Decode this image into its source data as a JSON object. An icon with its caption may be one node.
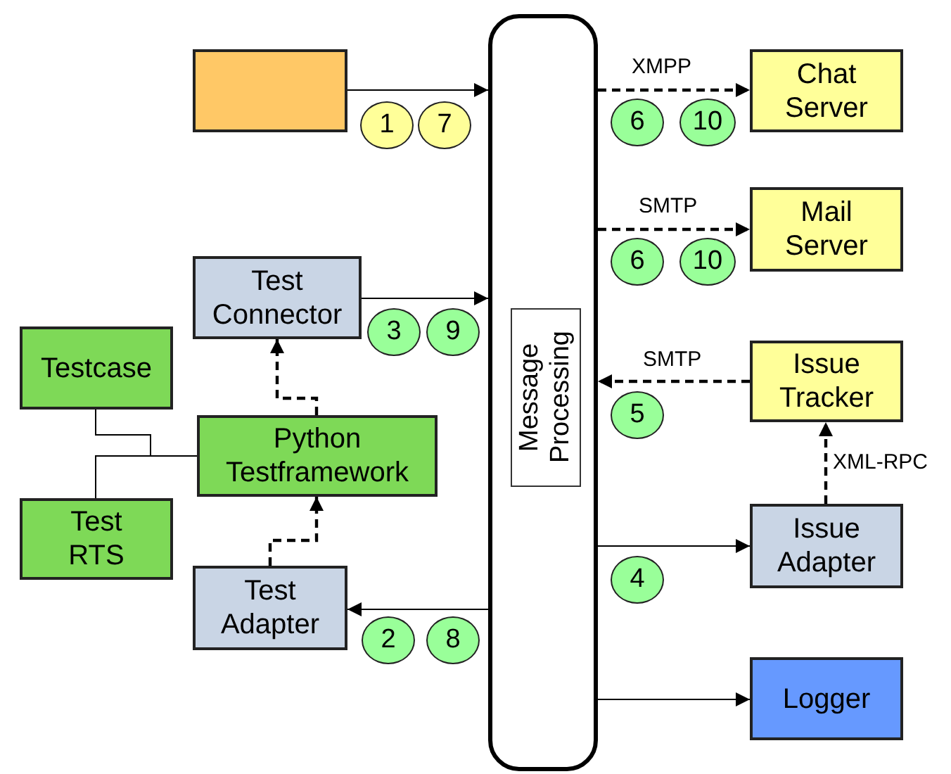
{
  "diagram": {
    "nodes": [
      {
        "text": [
          "Message Processing"
        ]
      },
      {
        "text": [],
        "shape": "box"
      },
      {
        "text": [
          "Chat Server"
        ]
      },
      {
        "text": [
          "Mail Server"
        ]
      },
      {
        "text": [
          "Test Connector"
        ]
      },
      {
        "text": [
          "Testcase"
        ]
      },
      {
        "text": [
          "Issue Tracker"
        ]
      },
      {
        "text": [
          "Python Testframework"
        ]
      },
      {
        "text": [
          "Test RTS"
        ]
      },
      {
        "text": [
          "Issue Adapter"
        ]
      },
      {
        "text": [
          "Test Adapter"
        ]
      },
      {
        "text": [
          "Logger"
        ]
      },
      {
        "text": [
          "1"
        ]
      },
      {
        "text": [
          "7"
        ]
      },
      {
        "text": [
          "6"
        ]
      },
      {
        "text": [
          "10"
        ]
      },
      {
        "text": [
          "6"
        ]
      },
      {
        "text": [
          "10"
        ]
      },
      {
        "text": [
          "3"
        ]
      },
      {
        "text": [
          "9"
        ]
      },
      {
        "text": [
          "5"
        ]
      },
      {
        "text": [
          "4"
        ]
      },
      {
        "text": [
          "2"
        ]
      },
      {
        "text": [
          "8"
        ]
      }
    ],
    "edges": [
      {
        "from": 1,
        "to": 0,
        "arrow": "to"
      },
      {
        "from": 0,
        "to": 2,
        "arrow": "to",
        "label": "XMPP",
        "style": "dashed"
      },
      {
        "from": 0,
        "to": 3,
        "arrow": "to",
        "label": "SMTP",
        "style": "dashed"
      },
      {
        "from": 4,
        "to": 0,
        "arrow": "to"
      },
      {
        "from": 6,
        "to": 0,
        "arrow": "to",
        "label": "SMTP",
        "style": "dashed"
      },
      {
        "from": 9,
        "to": 6,
        "arrow": "to",
        "label": "XML-RPC",
        "style": "dashed"
      },
      {
        "from": 0,
        "to": 9,
        "arrow": "to"
      },
      {
        "from": 0,
        "to": 10,
        "arrow": "to"
      },
      {
        "from": 0,
        "to": 11,
        "arrow": "to"
      },
      {
        "from": 7,
        "to": 4,
        "arrow": "to",
        "style": "dashed"
      },
      {
        "from": 10,
        "to": 7,
        "arrow": "to",
        "style": "dashed"
      },
      {
        "from": 5,
        "to": 7,
        "arrow": "none"
      },
      {
        "from": 8,
        "to": 7,
        "arrow": "none"
      }
    ]
  }
}
